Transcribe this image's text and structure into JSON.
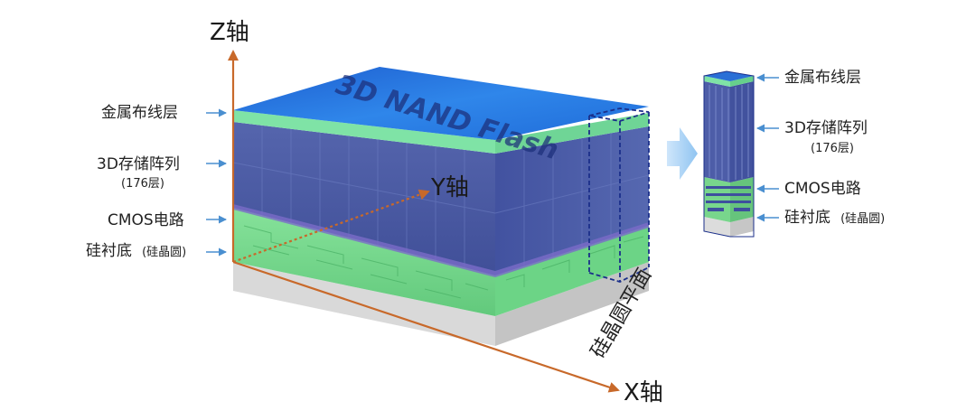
{
  "axes": {
    "z": "Z轴",
    "y": "Y轴",
    "x": "X轴"
  },
  "chip_title": "3D NAND Flash",
  "plane_label": "硅晶圆平面",
  "left_labels": {
    "metal": "金属布线层",
    "array": "3D存储阵列",
    "array_sub": "(176层)",
    "cmos": "CMOS电路",
    "substrate": "硅衬底",
    "substrate_sub": "(硅晶圆)"
  },
  "right_labels": {
    "metal": "金属布线层",
    "array": "3D存储阵列",
    "array_sub": "(176层)",
    "cmos": "CMOS电路",
    "substrate": "硅衬底",
    "substrate_sub": "(硅晶圆)"
  },
  "colors": {
    "axis": "#c8692a",
    "arrow_label": "#4a8fd0",
    "top_face": "#2a7fe0",
    "metal_layer": "#6fdc9a",
    "array": "#4a5fa8",
    "cmos": "#74d689",
    "substrate": "#d5d5d5",
    "outline": "#1b2f8a"
  }
}
